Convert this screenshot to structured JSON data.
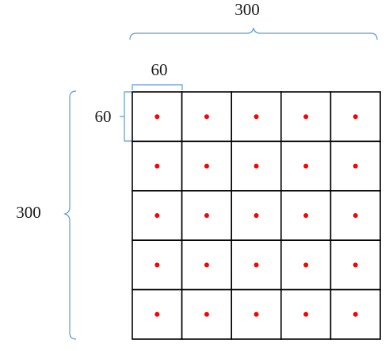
{
  "dimensions": {
    "total_width_label": "300",
    "total_height_label": "300",
    "cell_width_label": "60",
    "cell_height_label": "60"
  },
  "grid": {
    "rows": 5,
    "cols": 5,
    "cell_stroke_color": "#000000",
    "dot_color": "#ff0000"
  },
  "colors": {
    "brace": "#5b9bd5"
  }
}
